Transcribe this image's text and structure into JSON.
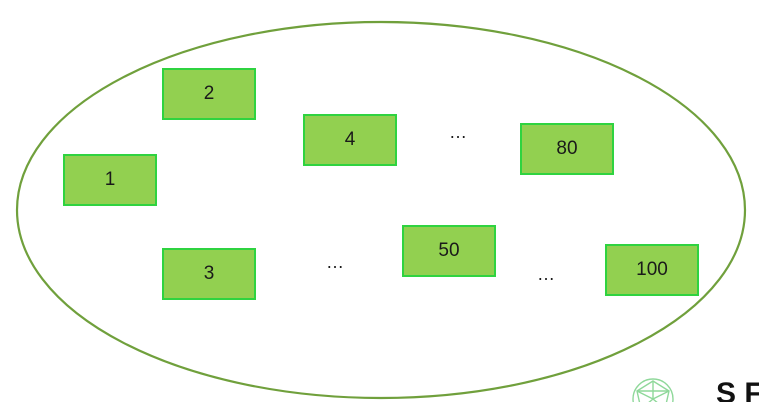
{
  "boxes": {
    "b1": "1",
    "b2": "2",
    "b3": "3",
    "b4": "4",
    "b50": "50",
    "b80": "80",
    "b100": "100"
  },
  "ellipsis": [
    "…",
    "…",
    "…"
  ],
  "logo": {
    "text": "S F",
    "icon": "geodesic-sphere-icon"
  },
  "colors": {
    "ellipse_stroke": "#70a03c",
    "box_fill": "#92d050",
    "box_border": "#2fd340",
    "logo_icon": "#8fd89a"
  }
}
